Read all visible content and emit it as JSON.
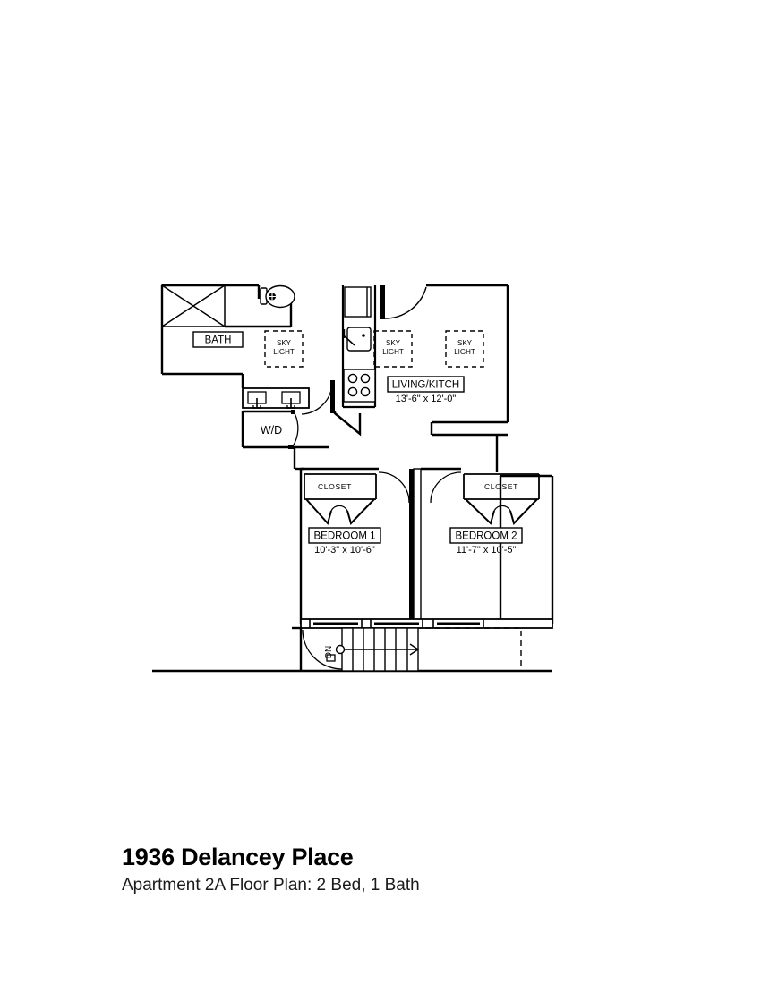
{
  "document": {
    "type": "architectural-floor-plan",
    "title": "1936 Delancey Place",
    "subtitle": "Apartment 2A Floor Plan:  2 Bed, 1 Bath"
  },
  "title_block": {
    "heading": "1936 Delancey Place",
    "description": "Apartment 2A Floor Plan:  2 Bed, 1 Bath"
  },
  "rooms": [
    {
      "id": "bath",
      "label": "BATH",
      "dimensions": "",
      "boxed_label": true
    },
    {
      "id": "wd",
      "label": "W/D",
      "dimensions": "",
      "boxed_label": false
    },
    {
      "id": "living-kitch",
      "label": "LIVING/KITCH",
      "dimensions": "13'-6\" x 12'-0\"",
      "boxed_label": true
    },
    {
      "id": "bedroom-1",
      "label": "BEDROOM 1",
      "dimensions": "10'-3\" x 10'-6\"",
      "boxed_label": true
    },
    {
      "id": "bedroom-2",
      "label": "BEDROOM 2",
      "dimensions": "11'-7\" x 10'-5\"",
      "boxed_label": true
    }
  ],
  "closets": [
    {
      "id": "closet-bedroom-1",
      "label": "CLOSET"
    },
    {
      "id": "closet-bedroom-2",
      "label": "CLOSET"
    }
  ],
  "skylights": [
    {
      "id": "skylight-bath",
      "line1": "SKY",
      "line2": "LIGHT"
    },
    {
      "id": "skylight-kitchen",
      "line1": "SKY",
      "line2": "LIGHT"
    },
    {
      "id": "skylight-living",
      "line1": "SKY",
      "line2": "LIGHT"
    }
  ],
  "stairs": {
    "direction_label": "DN",
    "tread_count": 7,
    "arrow": "down-direction-arrow"
  },
  "fixtures": [
    {
      "id": "bathtub",
      "name": "bathtub"
    },
    {
      "id": "toilet",
      "name": "toilet"
    },
    {
      "id": "vanity-sink-left",
      "name": "vanity-sink"
    },
    {
      "id": "vanity-sink-right",
      "name": "vanity-sink"
    },
    {
      "id": "kitchen-sink",
      "name": "kitchen-sink"
    },
    {
      "id": "range",
      "name": "range-cooktop-4-burner"
    },
    {
      "id": "refrigerator",
      "name": "refrigerator"
    }
  ],
  "colors": {
    "wall": "#000000",
    "background": "#ffffff",
    "text": "#000000",
    "dashed": "#000000"
  }
}
